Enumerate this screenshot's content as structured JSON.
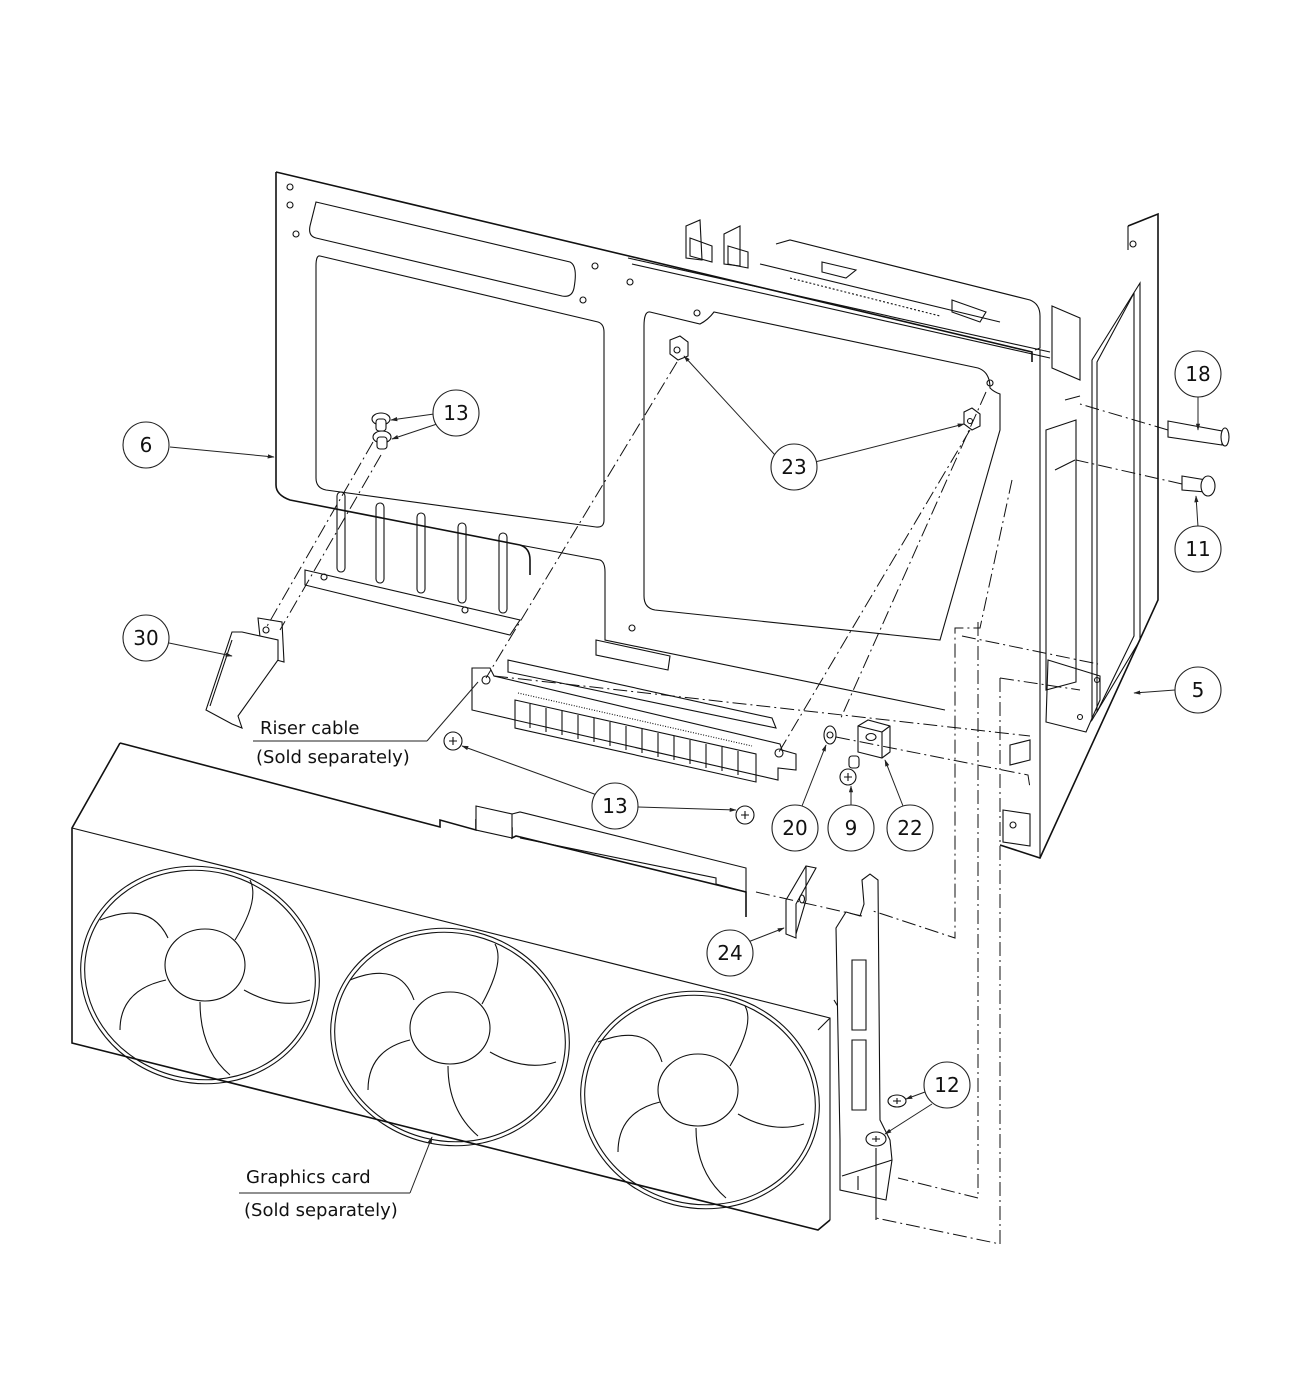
{
  "diagram": {
    "type": "exploded-assembly-view",
    "subject": "GPU riser bracket assembly with graphics card",
    "callouts": [
      {
        "id": "c6",
        "number": "6",
        "part": "Main support bracket plate"
      },
      {
        "id": "c13a",
        "number": "13",
        "part": "Screws (bracket to foot)"
      },
      {
        "id": "c23",
        "number": "23",
        "part": "Hex standoffs"
      },
      {
        "id": "c18",
        "number": "18",
        "part": "Long screw"
      },
      {
        "id": "c11",
        "number": "11",
        "part": "Thumb screw / bushing"
      },
      {
        "id": "c30",
        "number": "30",
        "part": "Support foot"
      },
      {
        "id": "c5",
        "number": "5",
        "part": "Side chassis panel"
      },
      {
        "id": "c13b",
        "number": "13",
        "part": "Screws (riser cable)"
      },
      {
        "id": "c20",
        "number": "20",
        "part": "Nut"
      },
      {
        "id": "c9",
        "number": "9",
        "part": "Screw"
      },
      {
        "id": "c22",
        "number": "22",
        "part": "Block spacer"
      },
      {
        "id": "c24",
        "number": "24",
        "part": "Shim plate"
      },
      {
        "id": "c12",
        "number": "12",
        "part": "Bracket screws"
      }
    ],
    "notes": {
      "riser": {
        "line1": "Riser cable",
        "line2": "(Sold separately)"
      },
      "gpu": {
        "line1": "Graphics card",
        "line2": "(Sold separately)"
      }
    }
  }
}
